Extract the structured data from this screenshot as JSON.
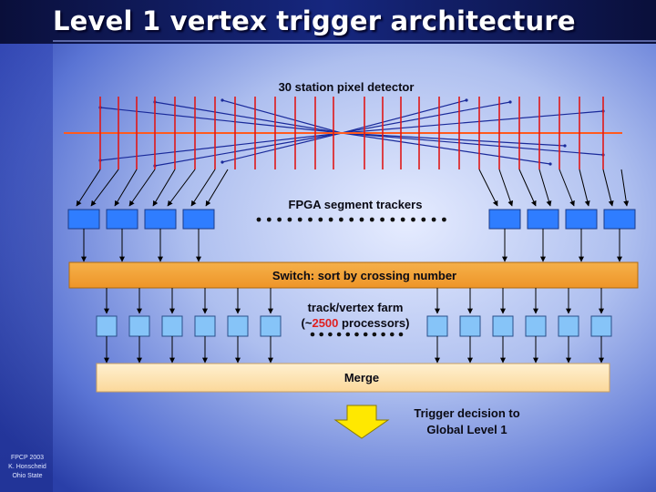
{
  "slide": {
    "title": "Level 1 vertex trigger architecture",
    "detector_label": "30 station pixel detector",
    "fpga_label": "FPGA segment trackers",
    "switch_label": "Switch: sort by crossing number",
    "farm_label_line1": "track/vertex farm",
    "farm_label_line2_prefix": "(~",
    "farm_label_line2_count": "2500",
    "farm_label_line2_suffix": " processors)",
    "merge_label": "Merge",
    "decision_line1": "Trigger decision to",
    "decision_line2": "Global Level 1",
    "footer": [
      "FPCP 2003",
      "K. Honscheid",
      "Ohio State"
    ]
  },
  "colors": {
    "background_dark": "#0d1a5e",
    "background_light": "#c8d4f5",
    "beamline": "#ff5a1e",
    "station": "#e01818",
    "track": "#1a2a9a",
    "fpga_box": "#2f7dff",
    "farm_box": "#86c4f8",
    "switch_fill": "#f2a33a",
    "merge_fill": "#fde4b8",
    "arrow_yellow": "#ffe800"
  },
  "icons": {
    "decision_arrow": "down-arrow-icon",
    "ellipsis": "dot-ellipsis-icon"
  }
}
